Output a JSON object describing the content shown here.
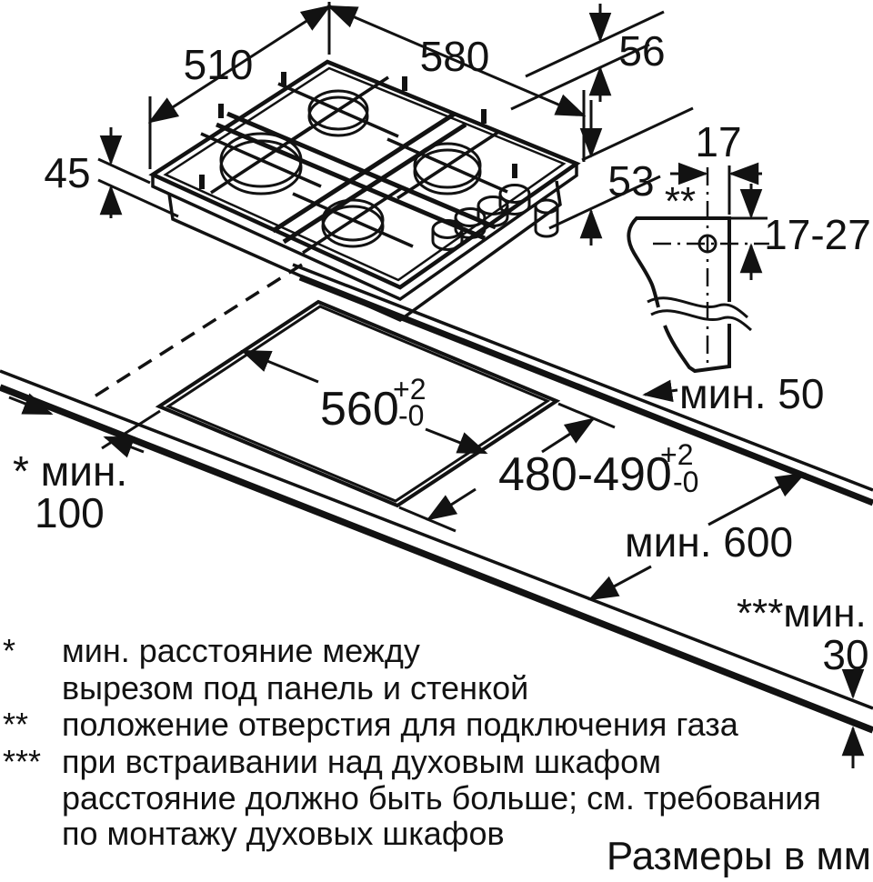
{
  "units_note": "Размеры в мм",
  "dimensions": {
    "hob_depth": "510",
    "hob_width": "580",
    "profile_height": "56",
    "built_in_depth": "53",
    "height_above_worktop": "45",
    "gas_hole_offset": "17",
    "gas_hole_marker": "**",
    "gas_hole_range": "17-27",
    "side_clearance": "мин. 50",
    "cutout_width": "560",
    "cutout_width_tol_plus": "+2",
    "cutout_width_tol_minus": "-0",
    "cutout_depth": "480-490",
    "cutout_depth_tol_plus": "+2",
    "cutout_depth_tol_minus": "-0",
    "wall_clearance_label": "* мин.",
    "wall_clearance_value": "100",
    "worktop_depth": "мин. 600",
    "front_clearance_label": "***мин.",
    "front_clearance_value": "30"
  },
  "footnotes": {
    "f1_marker": "*",
    "f1_line1": "мин. расстояние между",
    "f1_line2": "вырезом под панель и стенкой",
    "f2_marker": "**",
    "f2_line1": "положение отверстия для подключения газа",
    "f3_marker": "***",
    "f3_line1": "при встраивании над духовым шкафом",
    "f3_line2": "расстояние должно быть больше; см. требования",
    "f3_line3": "по монтажу духовых шкафов"
  }
}
